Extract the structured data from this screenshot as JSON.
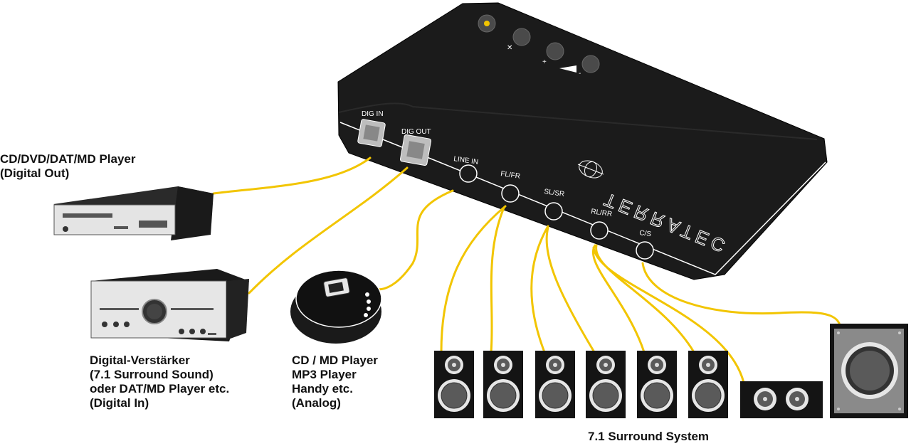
{
  "colors": {
    "cable": "#f2c500",
    "device_body": "#1b1b1b",
    "device_edge": "#ffffff",
    "speaker_cabinet": "#141414",
    "cone": "#5a5a5a",
    "subwoofer_face": "#8a8a8a"
  },
  "labels": {
    "cd_player": [
      "CD/DVD/DAT/MD Player",
      "(Digital Out)"
    ],
    "amplifier": [
      "Digital-Verstärker",
      "(7.1 Surround Sound)",
      "oder DAT/MD Player etc.",
      "(Digital In)"
    ],
    "portable": [
      "CD / MD Player",
      "MP3 Player",
      "Handy etc.",
      "(Analog)"
    ],
    "surround": "7.1 Surround System"
  },
  "ports": {
    "dig_in": "DIG IN",
    "dig_out": "DIG OUT",
    "line_in": "LINE IN",
    "fl_fr": "FL/FR",
    "sl_sr": "SL/SR",
    "rl_rr": "RL/RR",
    "cs": "C/S"
  },
  "brand": "TERRATEC",
  "controls": {
    "plus": "+",
    "minus": "-"
  }
}
